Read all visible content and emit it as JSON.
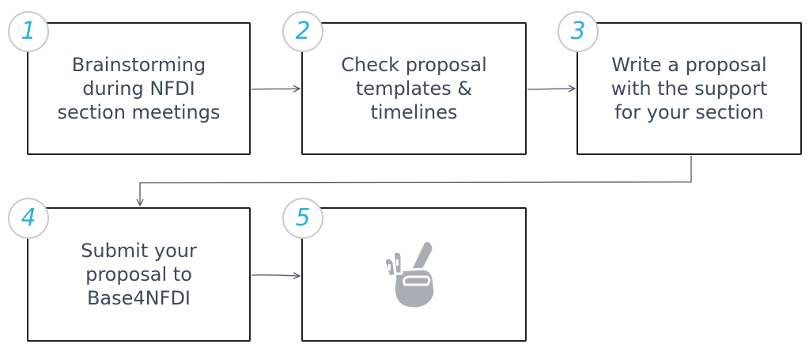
{
  "steps": [
    {
      "number": "1",
      "text": "Brainstorming\nduring NFDI\nsection meetings"
    },
    {
      "number": "2",
      "text": "Check proposal\ntemplates &\ntimelines"
    },
    {
      "number": "3",
      "text": "Write a proposal\nwith the support\nfor your section"
    },
    {
      "number": "4",
      "text": "Submit your\nproposal to\nBase4NFDI"
    },
    {
      "number": "5",
      "text": "",
      "icon": "fingers-crossed-icon"
    }
  ],
  "colors": {
    "number": "#28b0e4",
    "badge_border": "#c6cbcf",
    "box_border": "#1f2226",
    "text": "#3d4a5a",
    "icon_fill": "#a9aeb5"
  }
}
